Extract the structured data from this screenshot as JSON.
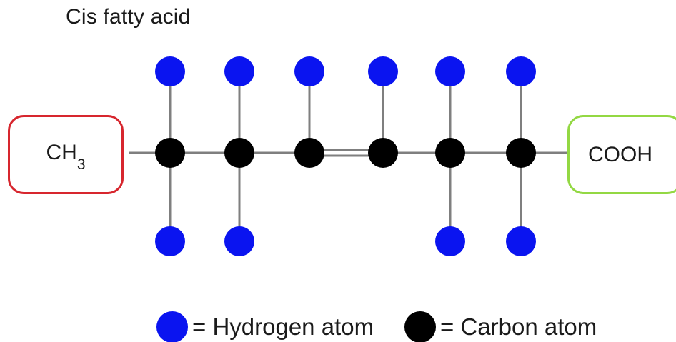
{
  "title": "Cis fatty acid",
  "groups": {
    "left_label": "CH",
    "left_subscript": "3",
    "right_label": "COOH"
  },
  "legend": {
    "hydrogen": "= Hydrogen atom",
    "carbon": "= Carbon atom"
  },
  "colors": {
    "hydrogen": "#0a14f0",
    "carbon": "#000000",
    "ch3_border": "#d7262e",
    "cooh_border": "#93d843",
    "bond": "#7f7f7f"
  },
  "molecule": {
    "carbon_count": 6,
    "hydrogens_top": [
      true,
      true,
      true,
      true,
      true,
      true
    ],
    "hydrogens_bottom": [
      true,
      true,
      false,
      false,
      true,
      true
    ],
    "double_bond_between": [
      3,
      4
    ],
    "configuration": "cis"
  }
}
